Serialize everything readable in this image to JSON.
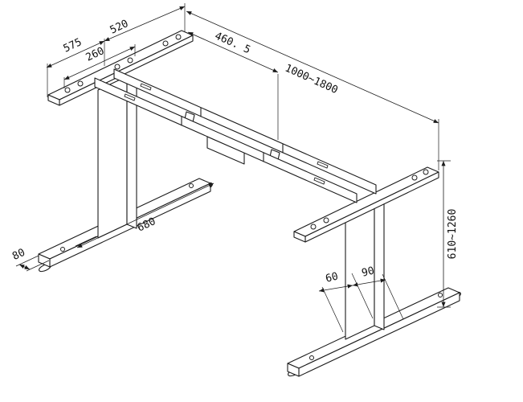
{
  "colors": {
    "line": "#1c1c1c",
    "background": "#ffffff",
    "label_text": "#111111"
  },
  "dimensions": {
    "bracket_length": "575",
    "bracket_hole_spacing_outer": "520",
    "bracket_hole_spacing_inner": "260",
    "rail_section_length": "460. 5",
    "frame_width_range": "1000~1800",
    "foot_length": "680",
    "foot_height": "80",
    "column_depth": "60",
    "column_width": "90",
    "frame_height_range": "610~1260"
  }
}
